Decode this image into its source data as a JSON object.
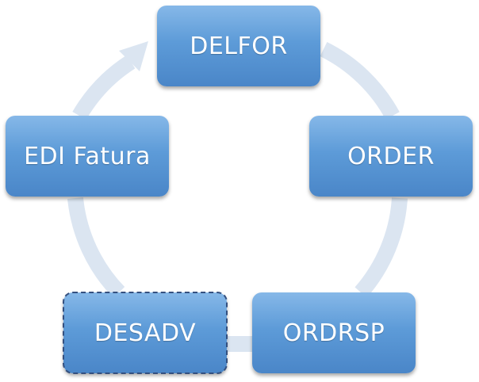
{
  "diagram": {
    "type": "cycle",
    "nodes": [
      {
        "id": "delfor",
        "label": "DELFOR"
      },
      {
        "id": "order",
        "label": "ORDER"
      },
      {
        "id": "ordrsp",
        "label": "ORDRSP"
      },
      {
        "id": "desadv",
        "label": "DESADV",
        "selected": true
      },
      {
        "id": "edi",
        "label": "EDI Fatura"
      }
    ],
    "connector_color": "#dbe5f1",
    "node_color": "#5b9bd5"
  }
}
